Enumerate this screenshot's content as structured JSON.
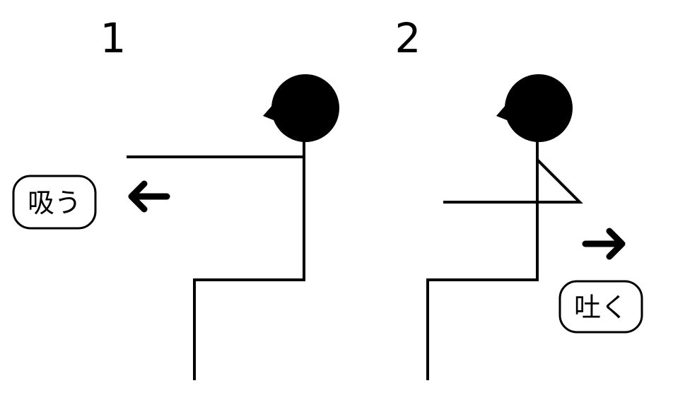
{
  "colors": {
    "line": "#000000",
    "background": "#ffffff"
  },
  "steps": [
    {
      "number": "1",
      "label": "吸う",
      "arrow_direction": "left",
      "icons": [
        "person-head-icon",
        "arrow-left-icon"
      ]
    },
    {
      "number": "2",
      "label": "吐く",
      "arrow_direction": "right",
      "icons": [
        "person-head-icon",
        "arrow-right-icon"
      ]
    }
  ]
}
